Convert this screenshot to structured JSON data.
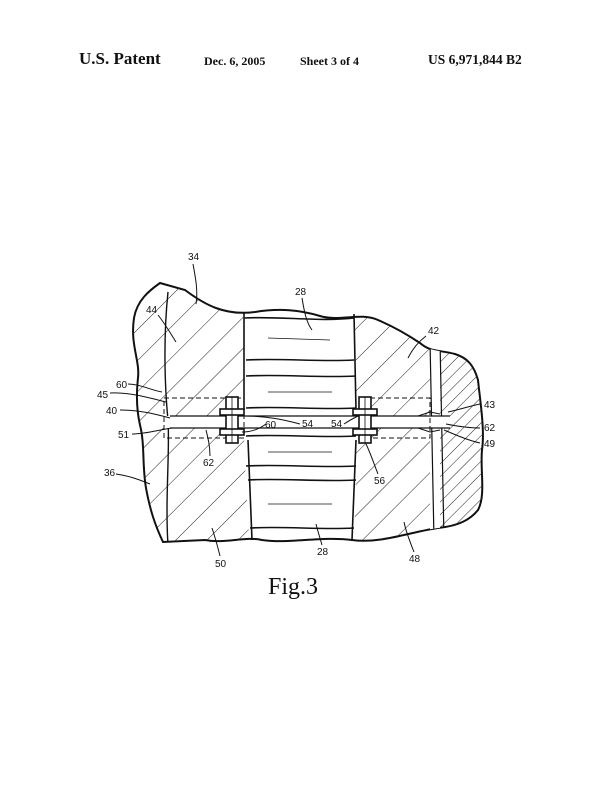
{
  "header": {
    "publication": "U.S. Patent",
    "date": "Dec. 6, 2005",
    "sheet": "Sheet 3 of 4",
    "patent_number": "US 6,971,844 B2"
  },
  "figure": {
    "caption": "Fig.3",
    "reference_numerals": [
      "34",
      "28",
      "44",
      "42",
      "60",
      "45",
      "40",
      "51",
      "62",
      "60",
      "54",
      "54",
      "43",
      "62",
      "49",
      "36",
      "56",
      "50",
      "28",
      "48"
    ]
  }
}
